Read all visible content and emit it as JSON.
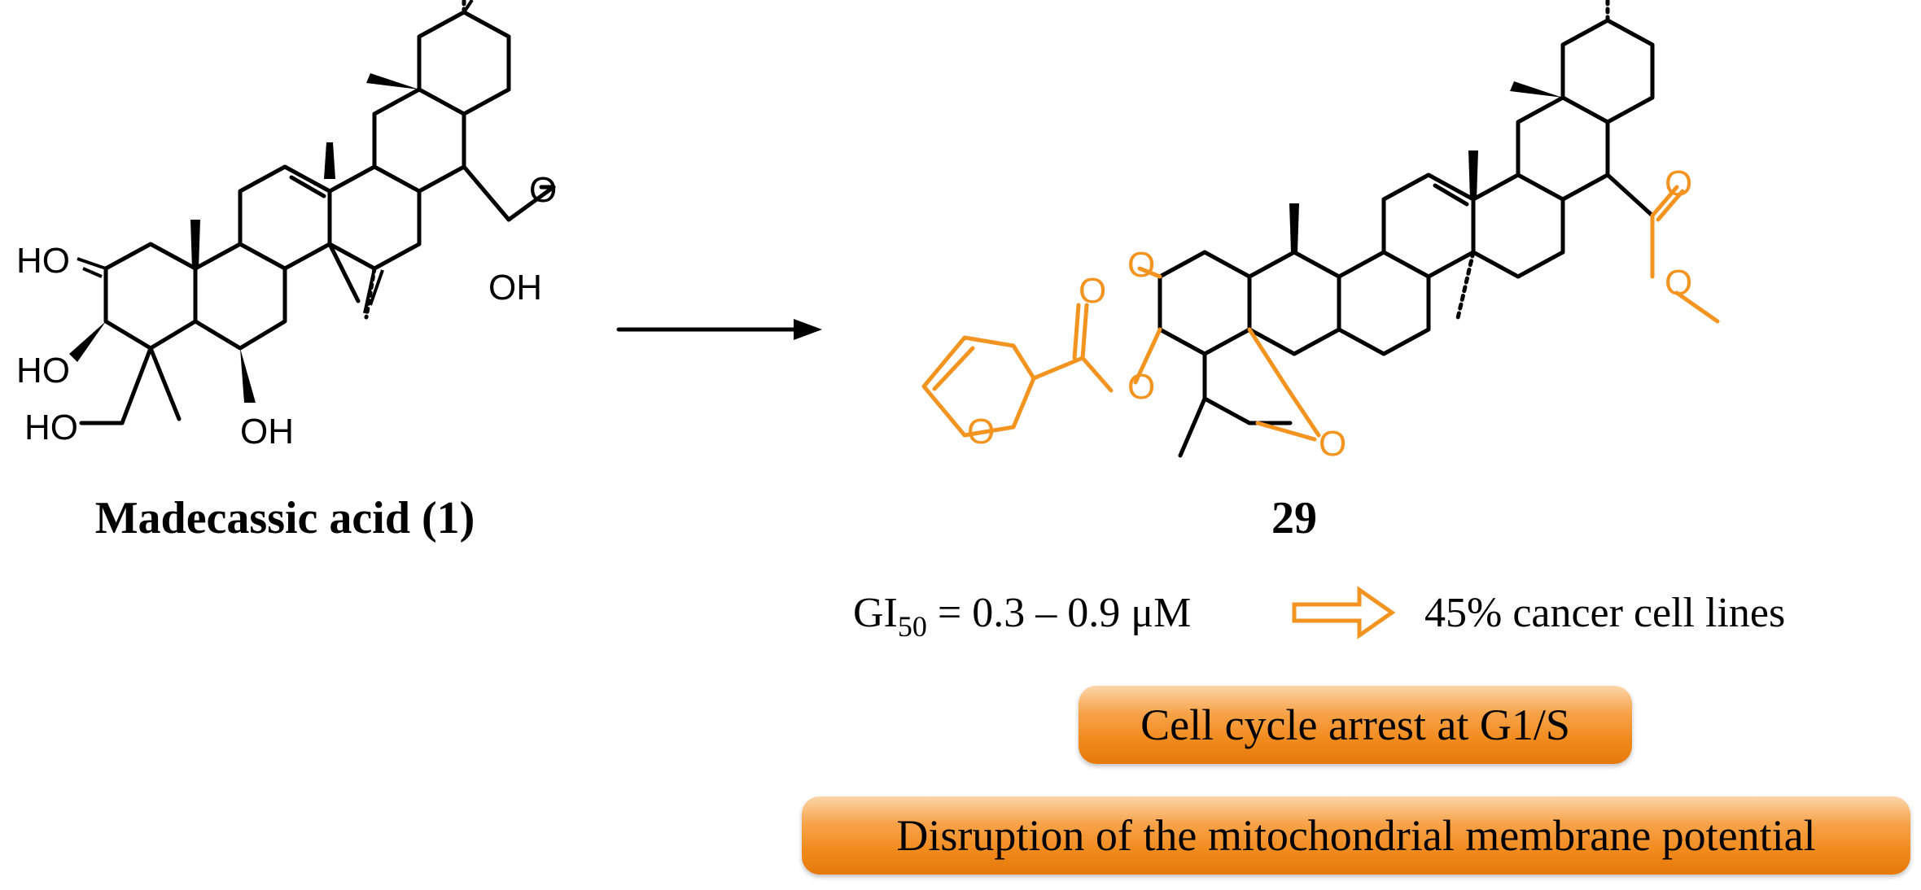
{
  "reactant": {
    "name": "Madecassic acid (1)",
    "labels": {
      "ho1": "HO",
      "ho2": "HO",
      "ho3": "HO",
      "oh1": "OH",
      "oh2": "OH",
      "o": "O"
    }
  },
  "product": {
    "name": "29",
    "labels": {
      "o_ketone": "O",
      "o_ester1": "O",
      "o_ester2": "O",
      "o_ester3": "O",
      "o_acid": "O",
      "o_furan": "O",
      "o_ring": "O"
    }
  },
  "activity": {
    "gi_prefix": "GI",
    "gi_subscript": "50",
    "gi_value": " = 0.3 – 0.9 μM",
    "result": "45% cancer cell lines"
  },
  "mechanisms": [
    "Cell cycle arrest at G1/S",
    "Disruption of the mitochondrial membrane potential"
  ],
  "colors": {
    "highlight": "#f39421",
    "bond": "#000000"
  }
}
